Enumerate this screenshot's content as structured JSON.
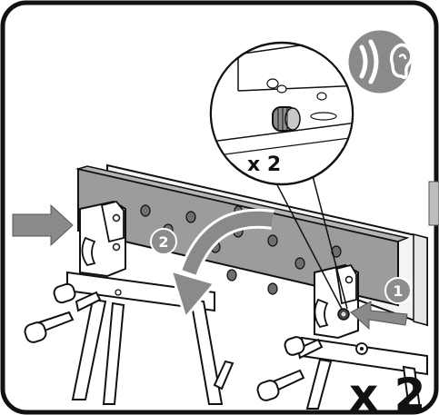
{
  "diagram": {
    "callout_quantity": "x 2",
    "corner_quantity": "x 2",
    "step_one": "1",
    "step_two": "2",
    "sound_hint_icon": "audible-click-icon"
  },
  "colors": {
    "board": "#9c9c9c",
    "board_dark": "#6e6e6e",
    "step_badge": "#8c8c8c",
    "push_arrow": "#8a8a8a",
    "outline": "#111111",
    "panel_bg": "#ffffff"
  }
}
